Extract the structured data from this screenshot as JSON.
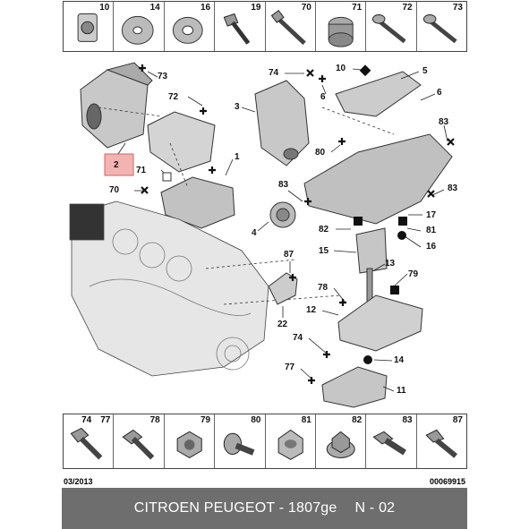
{
  "top_strip": {
    "parts": [
      "10",
      "14",
      "16",
      "19",
      "70",
      "71",
      "72",
      "73"
    ]
  },
  "bottom_strip": {
    "parts": [
      [
        "74",
        "77"
      ],
      [
        "78"
      ],
      [
        "79"
      ],
      [
        "80"
      ],
      [
        "81"
      ],
      [
        "82"
      ],
      [
        "83"
      ],
      [
        "87"
      ]
    ]
  },
  "diagram": {
    "callouts": [
      "73",
      "72",
      "2",
      "71",
      "70",
      "1",
      "74",
      "10",
      "5",
      "6",
      "3",
      "6",
      "83",
      "80",
      "83",
      "4",
      "83",
      "17",
      "82",
      "81",
      "15",
      "16",
      "87",
      "13",
      "79",
      "78",
      "12",
      "22",
      "74",
      "14",
      "77",
      "11"
    ]
  },
  "footer": {
    "date": "03/2013",
    "code": "00069915"
  },
  "banner": {
    "brand": "CITROEN PEUGEOT - 1807ge",
    "page": "N - 02"
  }
}
